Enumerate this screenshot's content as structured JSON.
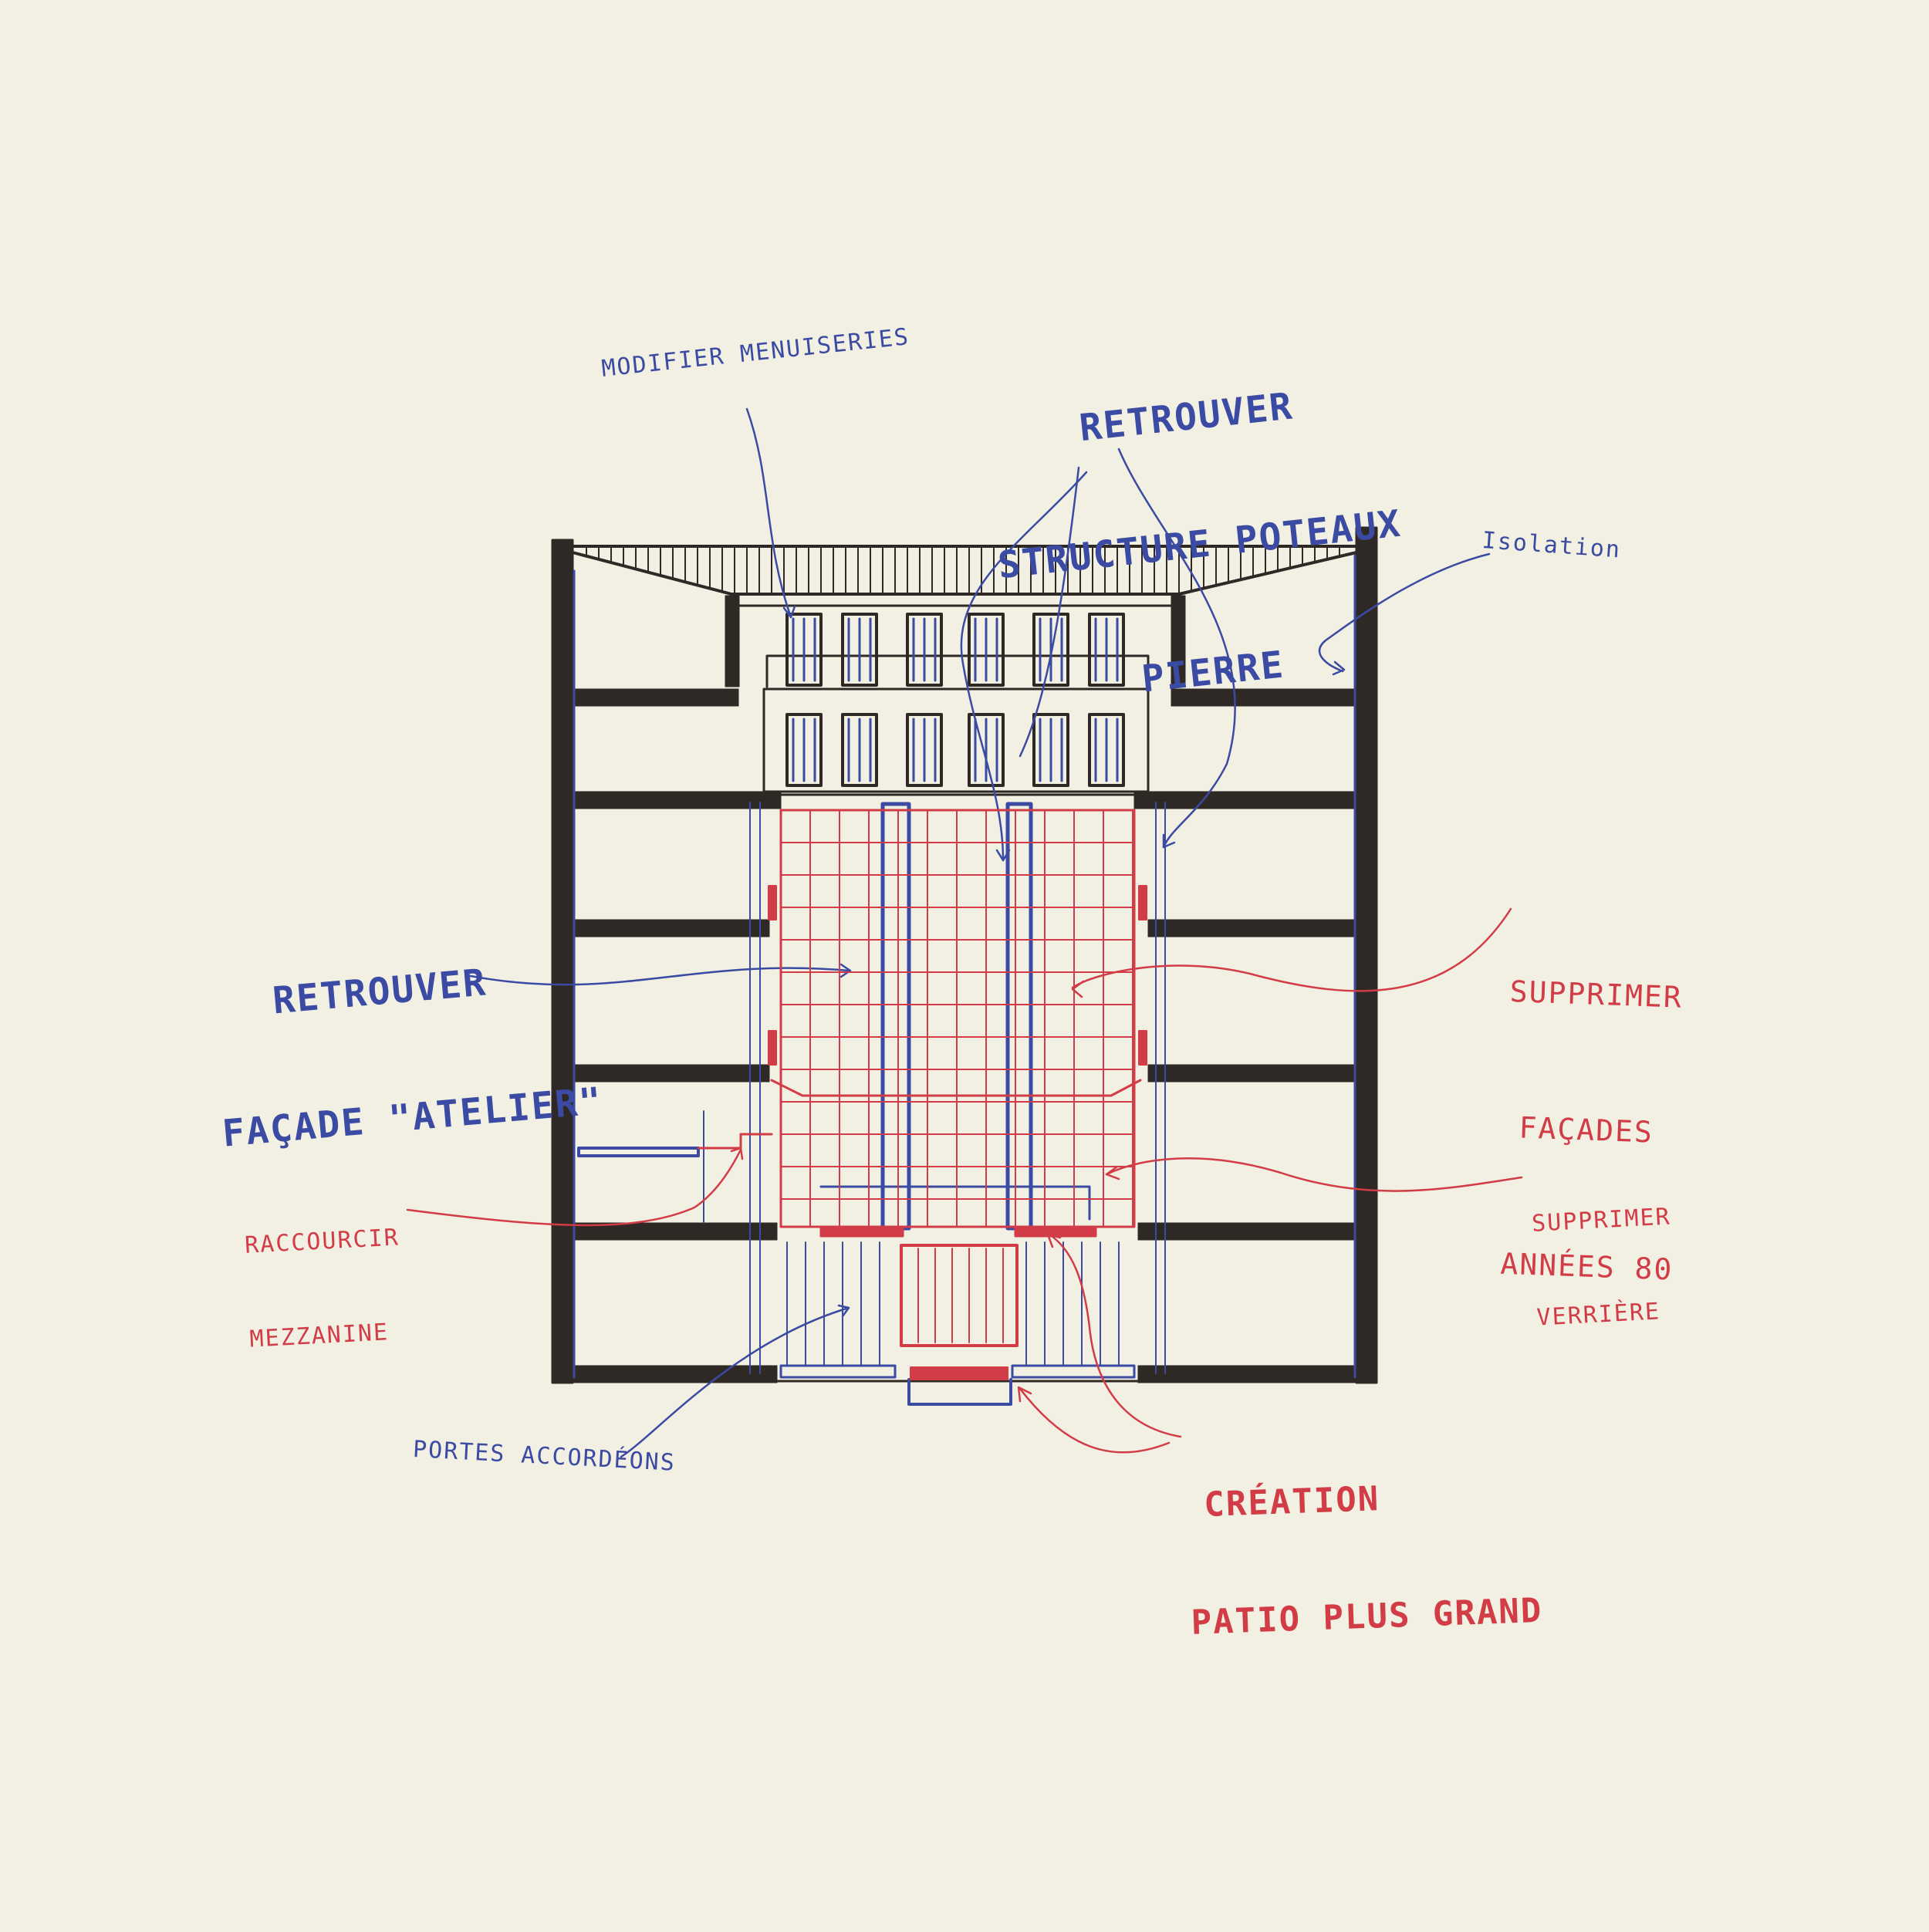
{
  "colors": {
    "paper": "#f1f0e3",
    "ink": "#2f2926",
    "blue": "#3b4aa2",
    "red": "#d23c47"
  },
  "labels": {
    "modifier_menuiseries": "Modifier Menuiseries",
    "retrouver_structure": [
      "Retrouver",
      "Structure Poteaux",
      "Pierre"
    ],
    "isolation": "Isolation",
    "retrouver_facade": [
      "Retrouver",
      "Façade \"Atelier\""
    ],
    "supprimer_facades": [
      "Supprimer",
      "Façades",
      "Années 80"
    ],
    "raccourcir_mezzanine": [
      "Raccourcir",
      "Mezzanine"
    ],
    "supprimer_verriere": [
      "Supprimer",
      "Verrière"
    ],
    "portes_accordeons": "Portes Accordéons",
    "creation_patio": [
      "Création",
      "Patio plus grand"
    ]
  }
}
